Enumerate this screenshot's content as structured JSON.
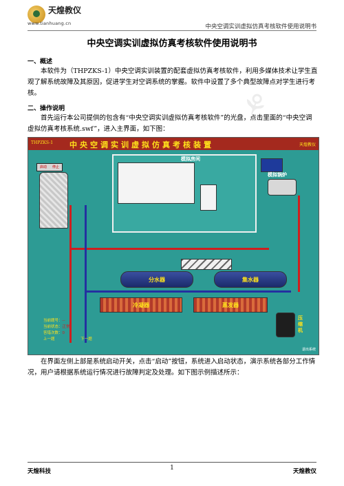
{
  "header": {
    "logo_name": "天煌教仪",
    "logo_url": "www.tianhuang.cn",
    "doc_title_small": "中央空调实训虚拟仿真考核软件使用说明书"
  },
  "title": "中央空调实训虚拟仿真考核软件使用说明书",
  "sections": {
    "overview": {
      "heading": "一、概述",
      "text": "本软件为（THPZKS-1）中央空调实训装置的配套虚拟仿真考核软件，利用多媒体技术让学生直观了解系统故障及其原因，促进学生对空调系统的掌握。软件中设置了多个典型故障点对学生进行考核。"
    },
    "operation": {
      "heading": "二、操作说明",
      "text1": "首先运行本公司提供的包含有“中央空调实训虚拟仿真考核软件”的光盘，点击里面的“中央空调虚拟仿真考核系统.swf”，进入主界面，如下图：",
      "text2": "在界面左侧上部是系统启动开关，点击“启动”按钮，系统进入启动状态，演示系统各部分工作情况，用户请根据系统运行情况进行故障判定及处理。如下图示例描述所示："
    }
  },
  "screenshot": {
    "model": "THPZKS-1",
    "title": "中央空调实训虚拟仿真考核装置",
    "brand": "天煌教仪",
    "room_label": "模拟房间",
    "boiler_label": "模拟锅炉",
    "distributor": "分水器",
    "collector": "集水器",
    "condenser": "冷凝器",
    "evaporator": "蒸发器",
    "compressor": "压缩机",
    "start_btn": "启动",
    "stop_btn": "停止",
    "status_fault_no": "当前题号：",
    "status_fault_no_val": "--",
    "status_state": "当前状态：",
    "status_state_val": "正常",
    "status_score": "答错次数：",
    "status_score_val": "0",
    "prev": "上一题",
    "next": "下一题",
    "exit": "退出系统"
  },
  "footer": {
    "left": "天煌科技",
    "page": "1",
    "right": "天煌教仪"
  }
}
